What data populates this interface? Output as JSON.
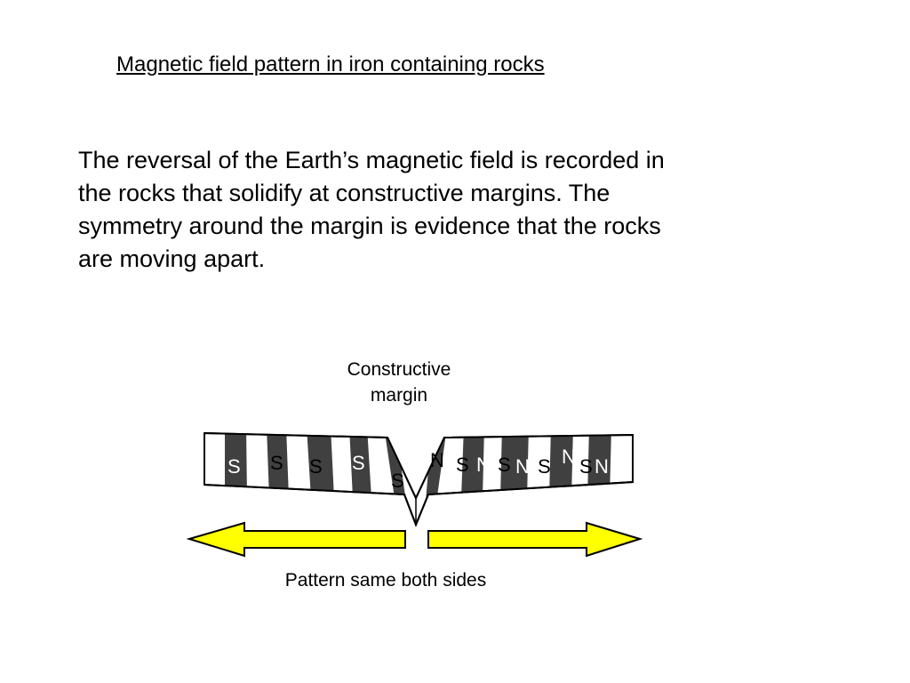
{
  "title": "Magnetic field pattern in iron containing rocks",
  "paragraph": {
    "lines": [
      "The reversal of the Earth’s magnetic field is recorded in",
      "the rocks that solidify at constructive margins.  The",
      "symmetry around the margin is evidence that the rocks",
      "are moving apart."
    ]
  },
  "diagram": {
    "margin_label": [
      "Constructive",
      "margin"
    ],
    "arrow_caption": "Pattern same both sides",
    "pole_labels": [
      "S",
      "S",
      "S",
      "S",
      "S",
      "N",
      "S",
      "N",
      "S",
      "N",
      "S",
      "N",
      "S",
      "N"
    ],
    "colors": {
      "stripe_dark": "#404040",
      "stripe_light": "#ffffff",
      "arrow_fill": "#ffff00",
      "outline": "#000000"
    }
  }
}
